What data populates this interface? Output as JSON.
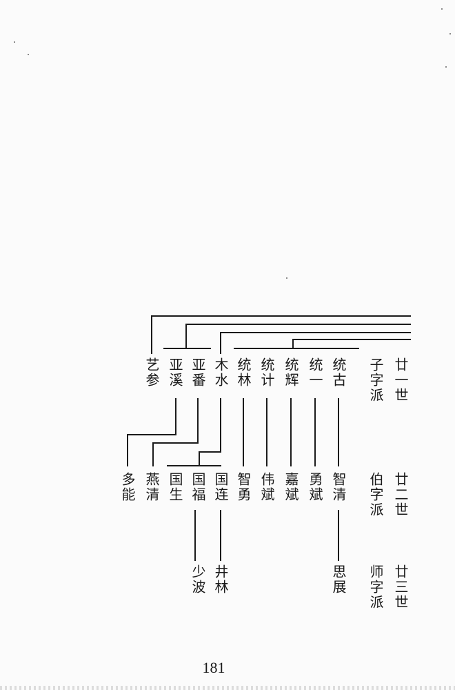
{
  "page_number": "181",
  "generations": {
    "g21": {
      "label": "廿一世",
      "sub": "子字派"
    },
    "g22": {
      "label": "廿二世",
      "sub": "伯字派"
    },
    "g23": {
      "label": "廿三世",
      "sub": "师字派"
    }
  },
  "row1": {
    "yican": "艺参",
    "yaxi": "亚溪",
    "yafan": "亚番",
    "mushui": "木水",
    "tonglin": "统林",
    "tongji": "统计",
    "tonghui": "统辉",
    "tongyi": "统一",
    "tonggu": "统古"
  },
  "row2": {
    "duoneng": "多能",
    "yanqing": "燕清",
    "guosheng": "国生",
    "guofu": "国福",
    "guolian": "国连",
    "zhiyong": "智勇",
    "weibin": "伟斌",
    "jiabin": "嘉斌",
    "yongbin": "勇斌",
    "zhiqing": "智清"
  },
  "row3": {
    "shaobo": "少波",
    "jinglin": "井林",
    "sizhan": "思展"
  }
}
